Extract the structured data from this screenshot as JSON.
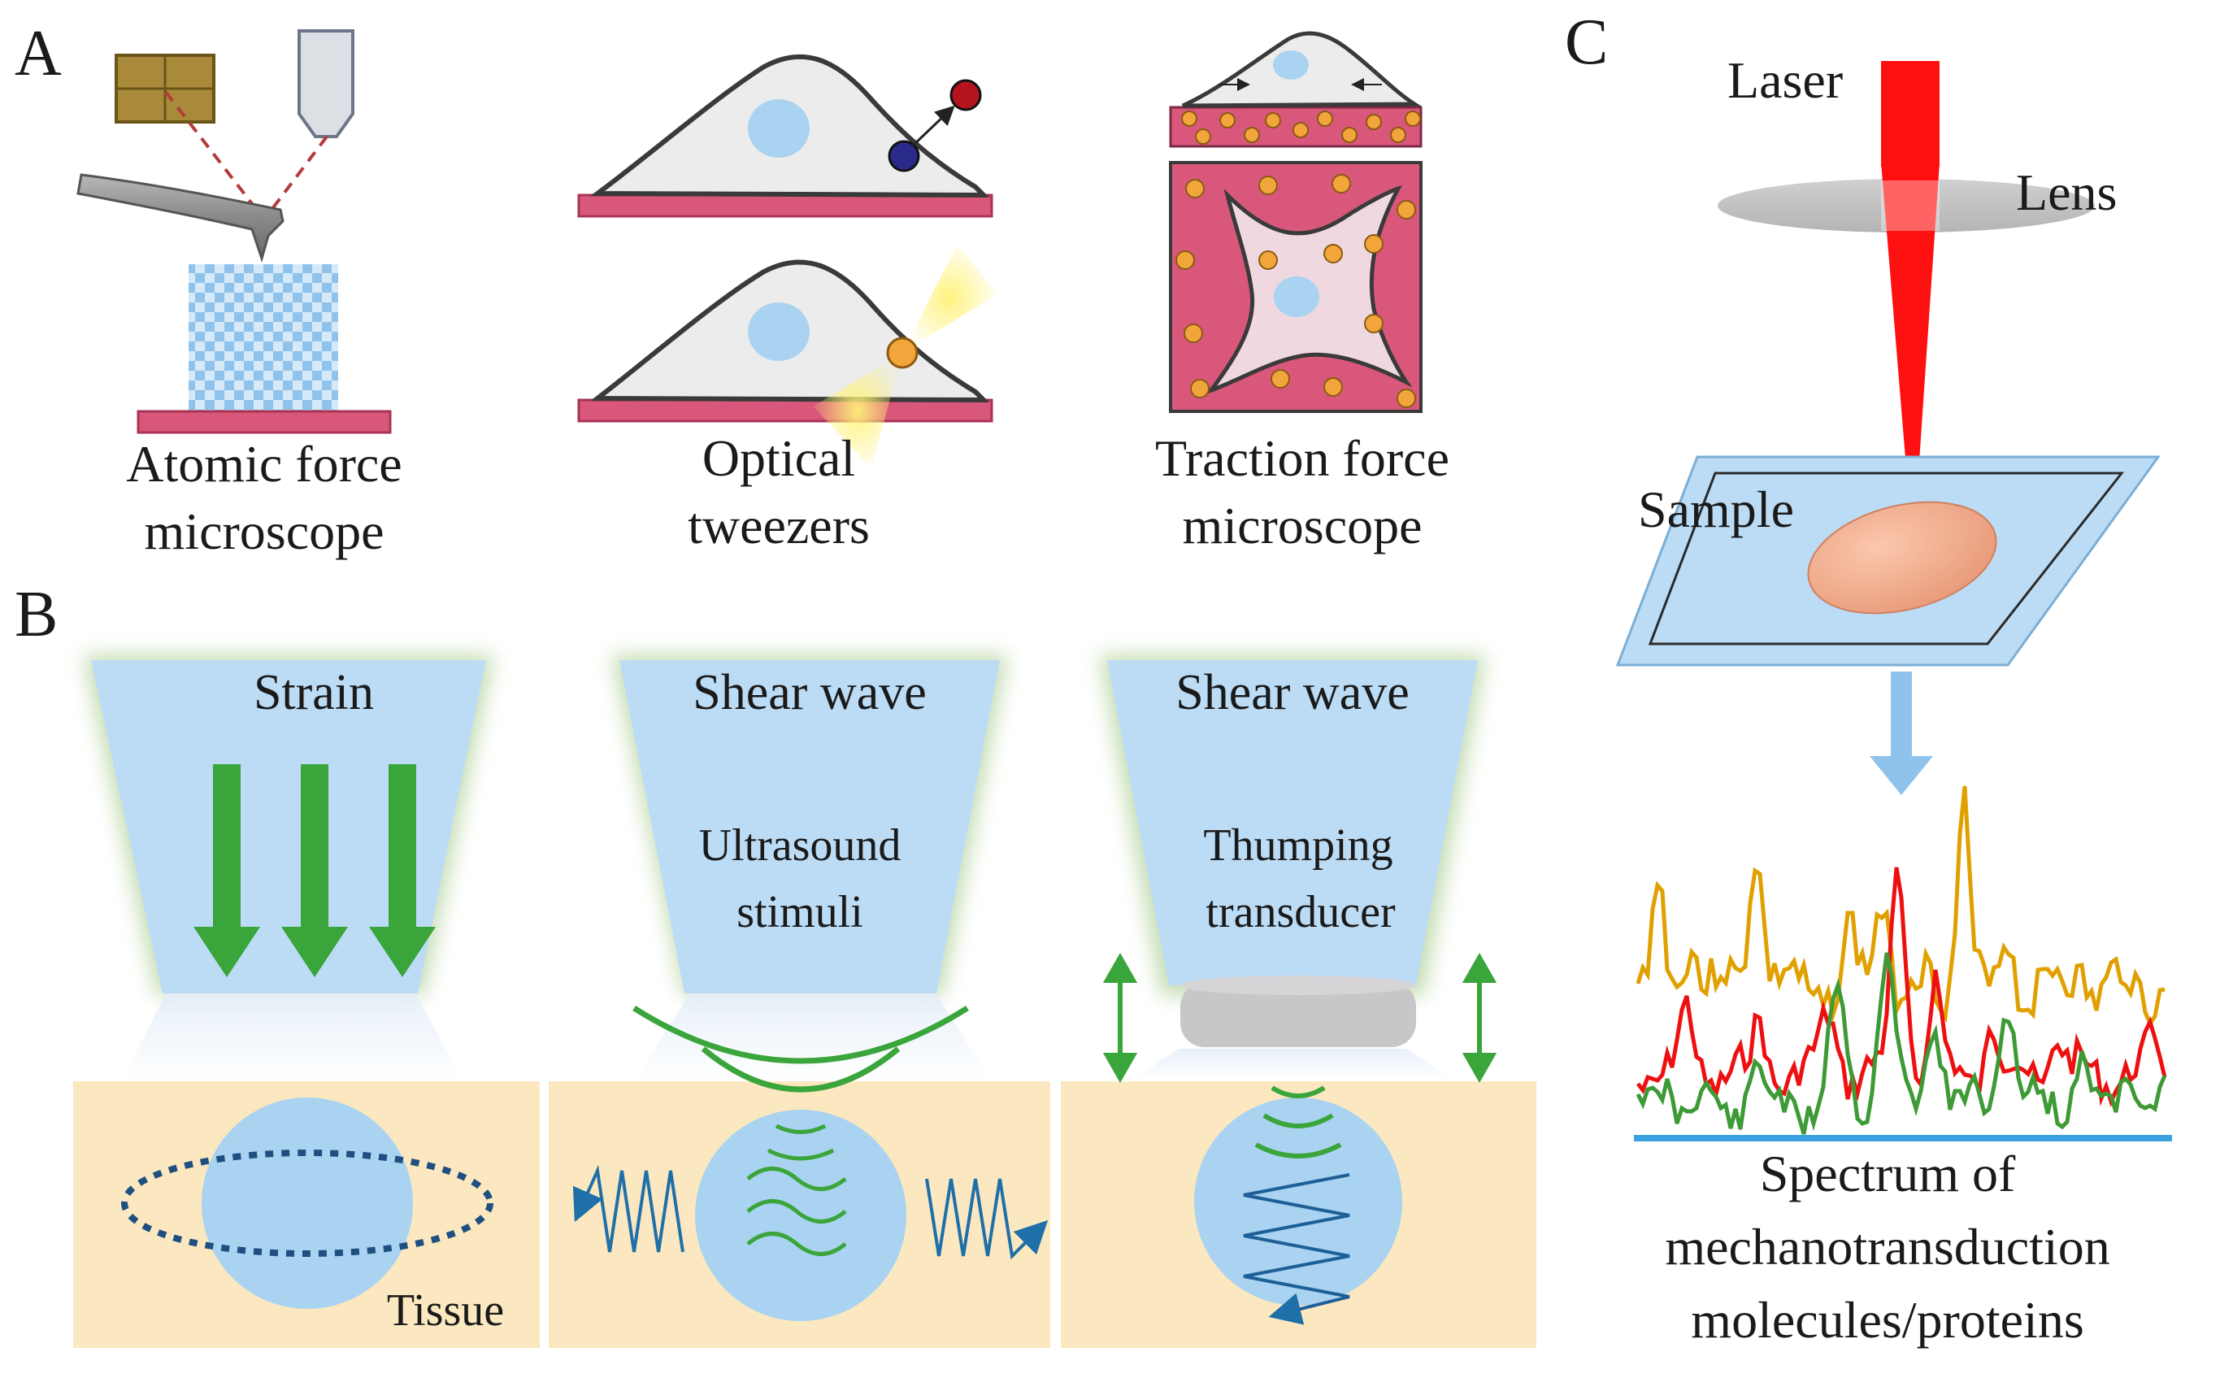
{
  "panels": {
    "a": {
      "letter": "A",
      "afm": {
        "line1": "Atomic force",
        "line2": "microscope"
      },
      "ot": {
        "line1": "Optical",
        "line2": "tweezers"
      },
      "tfm": {
        "line1": "Traction  force",
        "line2": "microscope"
      }
    },
    "b": {
      "letter": "B",
      "strain": {
        "label": "Strain",
        "tissue": "Tissue"
      },
      "us": {
        "label": "Shear wave",
        "sub1": "Ultrasound",
        "sub2": "stimuli"
      },
      "thump": {
        "label": "Shear wave",
        "sub1": "Thumping",
        "sub2": "transducer"
      }
    },
    "c": {
      "letter": "C",
      "laser": "Laser",
      "lens": "Lens",
      "sample": "Sample",
      "spectrum": {
        "line1": "Spectrum of",
        "line2": "mechanotransduction",
        "line3": "molecules/proteins"
      }
    }
  },
  "colors": {
    "substrate": "#d9577a",
    "cell": "#ececec",
    "nucleus": "#a9d3f0",
    "cone": "#bcdcf5",
    "arrow_green": "#3aa53a",
    "tissue": "#fbe8c0",
    "laser": "#ff1010",
    "spectrum_orange": "#e0a000",
    "spectrum_red": "#ee1010",
    "spectrum_green": "#3d9a35",
    "baseline": "#3aa0e0"
  }
}
